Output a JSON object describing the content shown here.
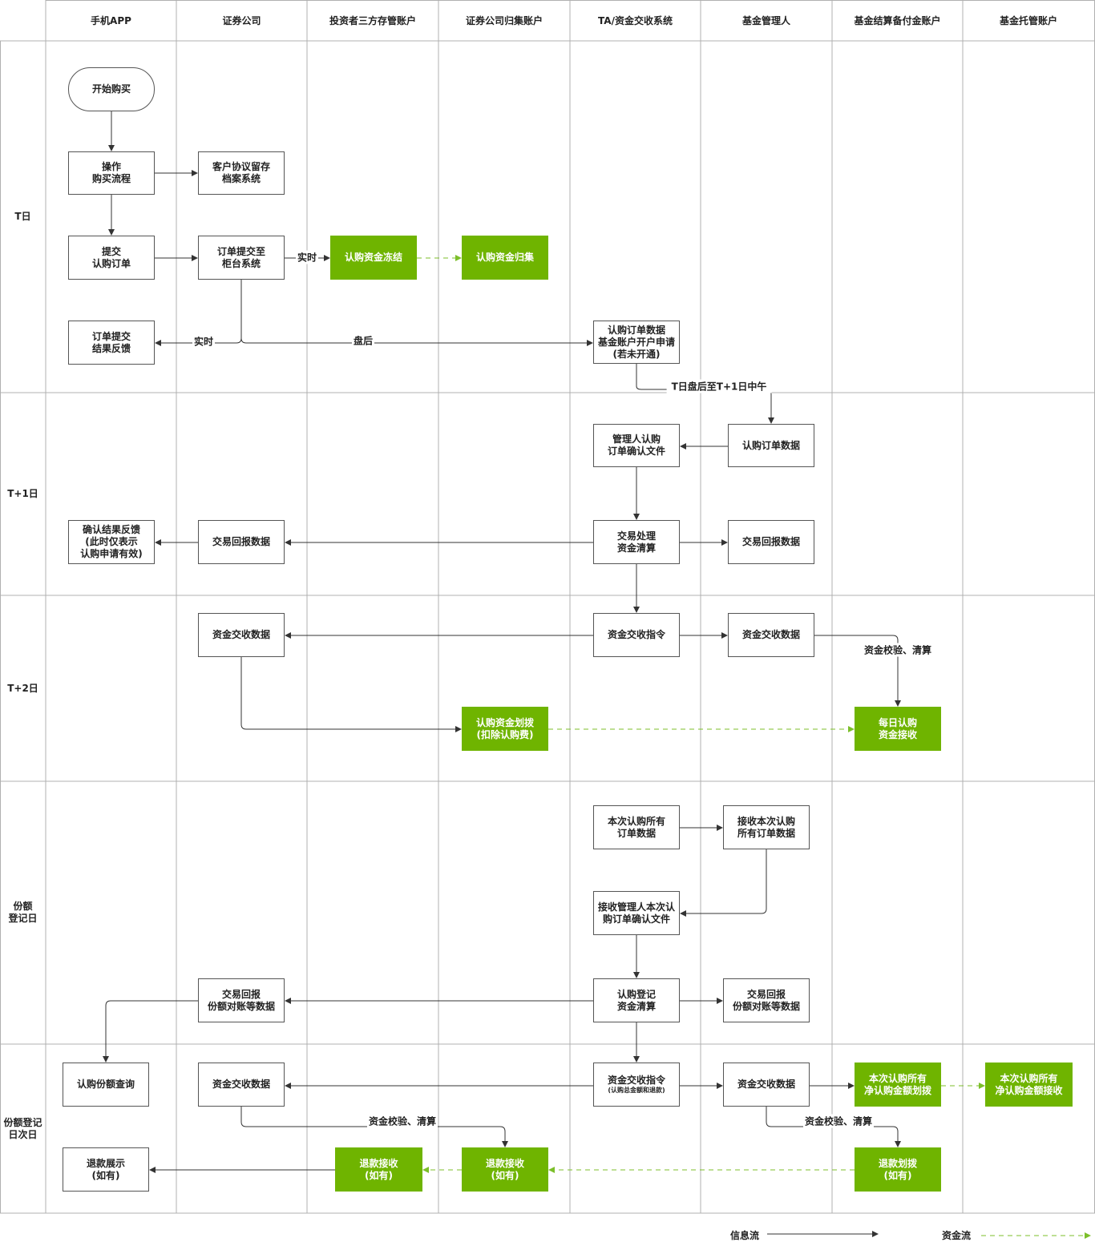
{
  "columns": [
    "手机APP",
    "证券公司",
    "投资者三方存管账户",
    "证券公司归集账户",
    "TA/资金交收系统",
    "基金管理人",
    "基金结算备付金账户",
    "基金托管账户"
  ],
  "rows": [
    "T日",
    "T+1日",
    "T+2日",
    "份额\n登记日",
    "份额登记\n日次日"
  ],
  "nodes": {
    "start_purchase": "开始购买",
    "op_purchase_flow": "操作\n购买流程",
    "client_agreement_archive": "客户协议留存\n档案系统",
    "submit_order": "提交\n认购订单",
    "order_to_counter": "订单提交至\n柜台系统",
    "freeze_funds": "认购资金冻结",
    "collect_funds": "认购资金归集",
    "order_result_feedback": "订单提交\n结果反馈",
    "order_data_account_open": "认购订单数据\n基金账户开户申请\n(若未开通)",
    "mgr_order_data": "认购订单数据",
    "mgr_confirm_file": "管理人认购\n订单确认文件",
    "trade_process_clearing": "交易处理\n资金清算",
    "confirm_result_feedback": "确认结果反馈\n(此时仅表示\n认购申请有效)",
    "trade_report_broker_t1": "交易回报数据",
    "trade_report_mgr_t1": "交易回报数据",
    "settle_data_broker_t2": "资金交收数据",
    "settle_instruction_t2": "资金交收指令",
    "settle_data_mgr_t2": "资金交收数据",
    "transfer_funds_fee": "认购资金划拨\n(扣除认购费)",
    "daily_receive": "每日认购\n资金接收",
    "all_order_data": "本次认购所有\n订单数据",
    "mgr_receive_all_orders": "接收本次认购\n所有订单数据",
    "receive_mgr_confirm": "接收管理人本次认\n购订单确认文件",
    "reg_clearing": "认购登记\n资金清算",
    "trade_report_broker_reg": "交易回报\n份额对账等数据",
    "trade_report_mgr_reg": "交易回报\n份额对账等数据",
    "share_query": "认购份额查询",
    "settle_data_broker_next": "资金交收数据",
    "settle_instruction_next": "资金交收指令",
    "settle_instruction_next_note": "(认购总金额和退款)",
    "settle_data_mgr_next": "资金交收数据",
    "net_transfer": "本次认购所有\n净认购金额划拨",
    "net_receive": "本次认购所有\n净认购金额接收",
    "refund_show": "退款展示\n(如有)",
    "refund_receive_investor": "退款接收\n(如有)",
    "refund_receive_collect": "退款接收\n(如有)",
    "refund_transfer": "退款划拨\n(如有)"
  },
  "edge_labels": {
    "realtime_1": "实时",
    "realtime_2": "实时",
    "after_close": "盘后",
    "t_to_t1": "T日盘后至T+1日中午",
    "verify_clear_1": "资金校验、清算",
    "verify_clear_2": "资金校验、清算",
    "verify_clear_3": "资金校验、清算"
  },
  "legend": {
    "info_flow": "信息流",
    "fund_flow": "资金流"
  },
  "colors": {
    "fund_box": "#6fb400",
    "fund_flow_line": "#7cbf2a",
    "info_flow_line": "#333333",
    "grid": "#b0b0b0"
  }
}
